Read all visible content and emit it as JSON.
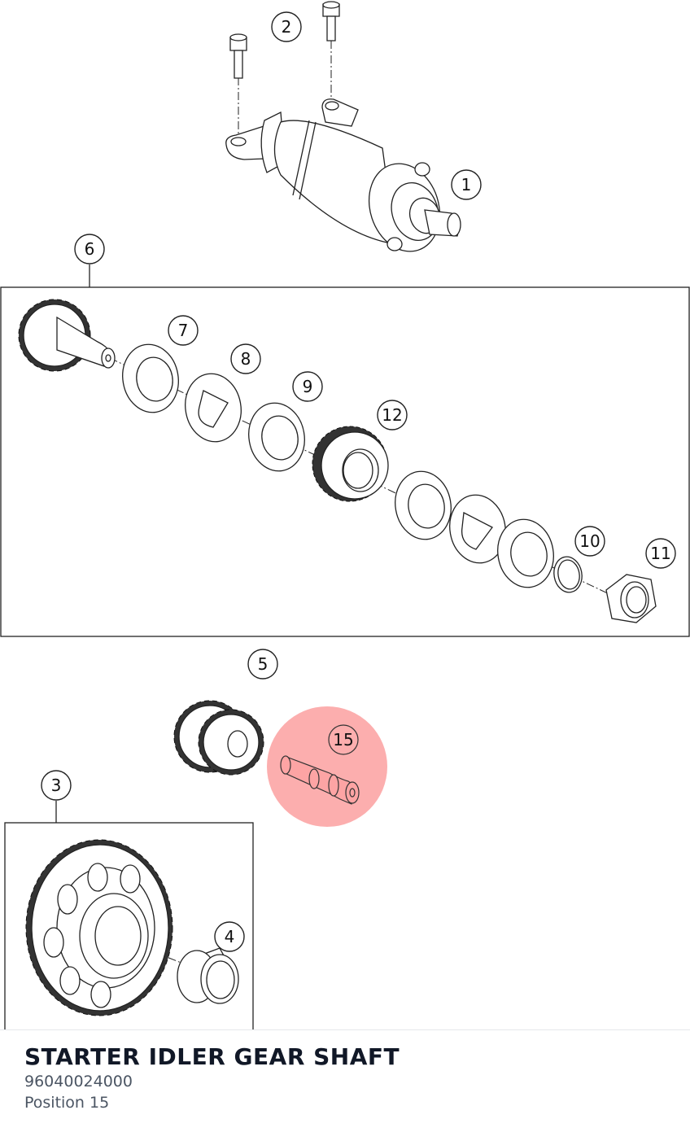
{
  "diagram": {
    "title": "Starter motor / idler gear exploded view",
    "highlight_color": "#fca5a5",
    "selected_callout": "15",
    "callouts": {
      "c1": "1",
      "c2": "2",
      "c3": "3",
      "c4": "4",
      "c5": "5",
      "c6": "6",
      "c7": "7",
      "c8": "8",
      "c9": "9",
      "c10": "10",
      "c11": "11",
      "c12": "12",
      "c15": "15"
    }
  },
  "part": {
    "name": "STARTER IDLER GEAR SHAFT",
    "number": "96040024000",
    "position": "Position 15"
  }
}
